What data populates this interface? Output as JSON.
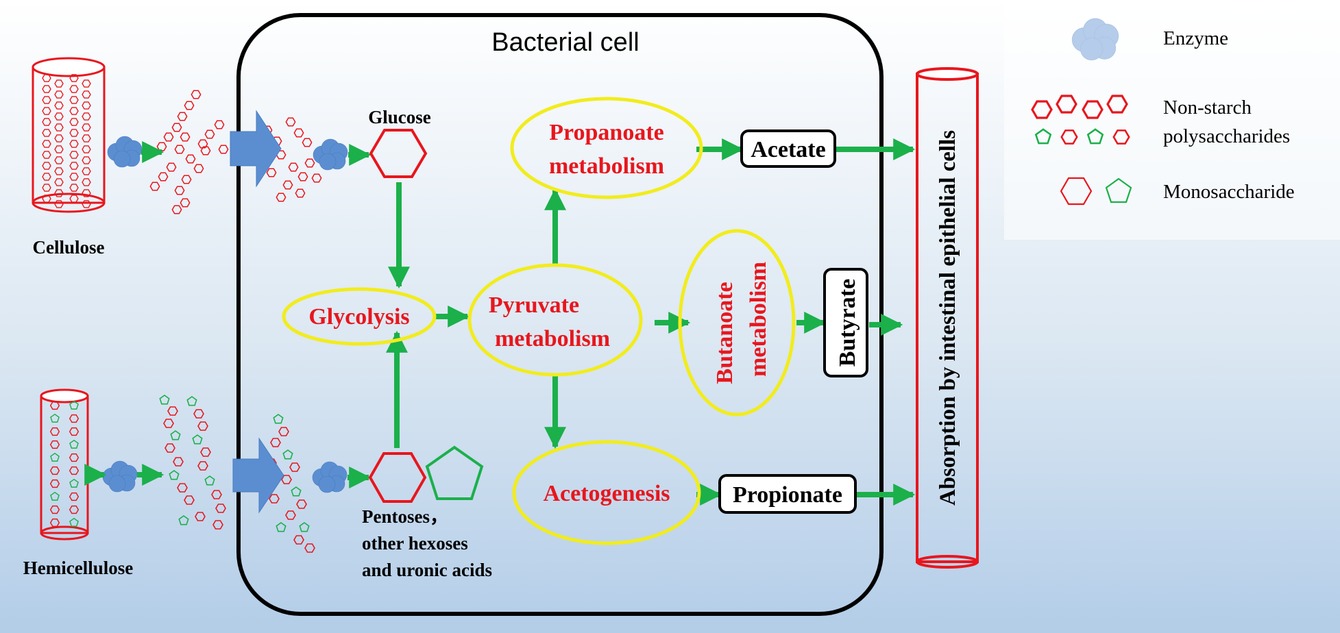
{
  "cell": {
    "title": "Bacterial cell"
  },
  "substrates": {
    "cellulose": "Cellulose",
    "hemicellulose": "Hemicellulose"
  },
  "sugars": {
    "glucose": "Glucose",
    "pentoses_line1": "Pentoses，",
    "pentoses_line2": "other hexoses",
    "pentoses_line3": "and uronic acids"
  },
  "pathways": {
    "glycolysis": "Glycolysis",
    "pyruvate_line1": "Pyruvate",
    "pyruvate_line2": "metabolism",
    "propanoate_line1": "Propanoate",
    "propanoate_line2": "metabolism",
    "butanoate_line1": "Butanoate",
    "butanoate_line2": "metabolism",
    "acetogenesis": "Acetogenesis"
  },
  "products": {
    "acetate": "Acetate",
    "butyrate": "Butyrate",
    "propionate": "Propionate"
  },
  "absorption": "Absorption by intestinal epithelial cells",
  "legend": {
    "enzyme": "Enzyme",
    "nsp_line1": "Non-starch",
    "nsp_line2": "polysaccharides",
    "mono": "Monosaccharide"
  },
  "colors": {
    "red": "#e8161d",
    "green": "#1bb04a",
    "yellow": "#f2ec1c",
    "blue": "#5b8ed1",
    "black": "#000000"
  },
  "icons": [
    "enzyme-blob-icon",
    "hexagon-icon",
    "pentagon-icon",
    "block-arrow-icon",
    "cylinder-icon"
  ]
}
